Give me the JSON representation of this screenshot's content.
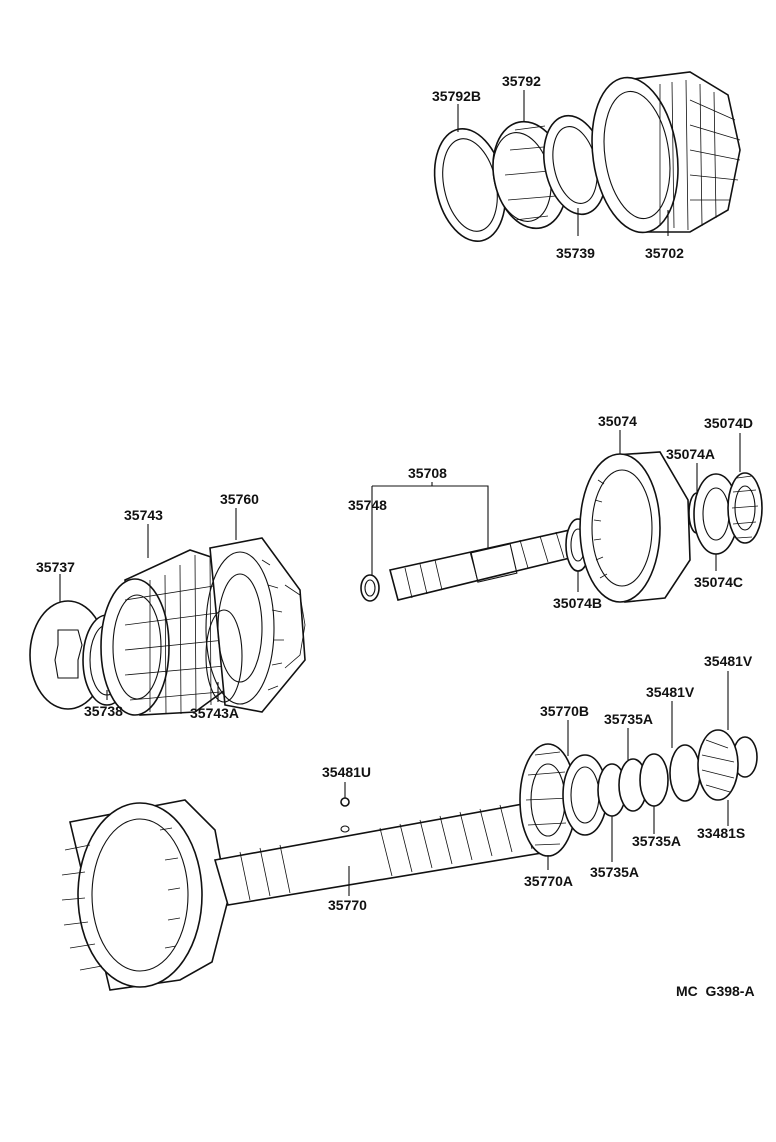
{
  "diagram": {
    "code": "MC  G398-A",
    "part_numbers": {
      "p35792B": "35792B",
      "p35792": "35792",
      "p35739": "35739",
      "p35702": "35702",
      "p35708": "35708",
      "p35748": "35748",
      "p35074": "35074",
      "p35074D": "35074D",
      "p35074A": "35074A",
      "p35074B": "35074B",
      "p35074C": "35074C",
      "p35743": "35743",
      "p35760": "35760",
      "p35737": "35737",
      "p35738": "35738",
      "p35743A": "35743A",
      "p35481V_a": "35481V",
      "p35481V_b": "35481V",
      "p35770B": "35770B",
      "p35735A_a": "35735A",
      "p35735A_b": "35735A",
      "p35735A_c": "35735A",
      "p35481U": "35481U",
      "p33481S": "33481S",
      "p35770A": "35770A",
      "p35770": "35770"
    }
  }
}
